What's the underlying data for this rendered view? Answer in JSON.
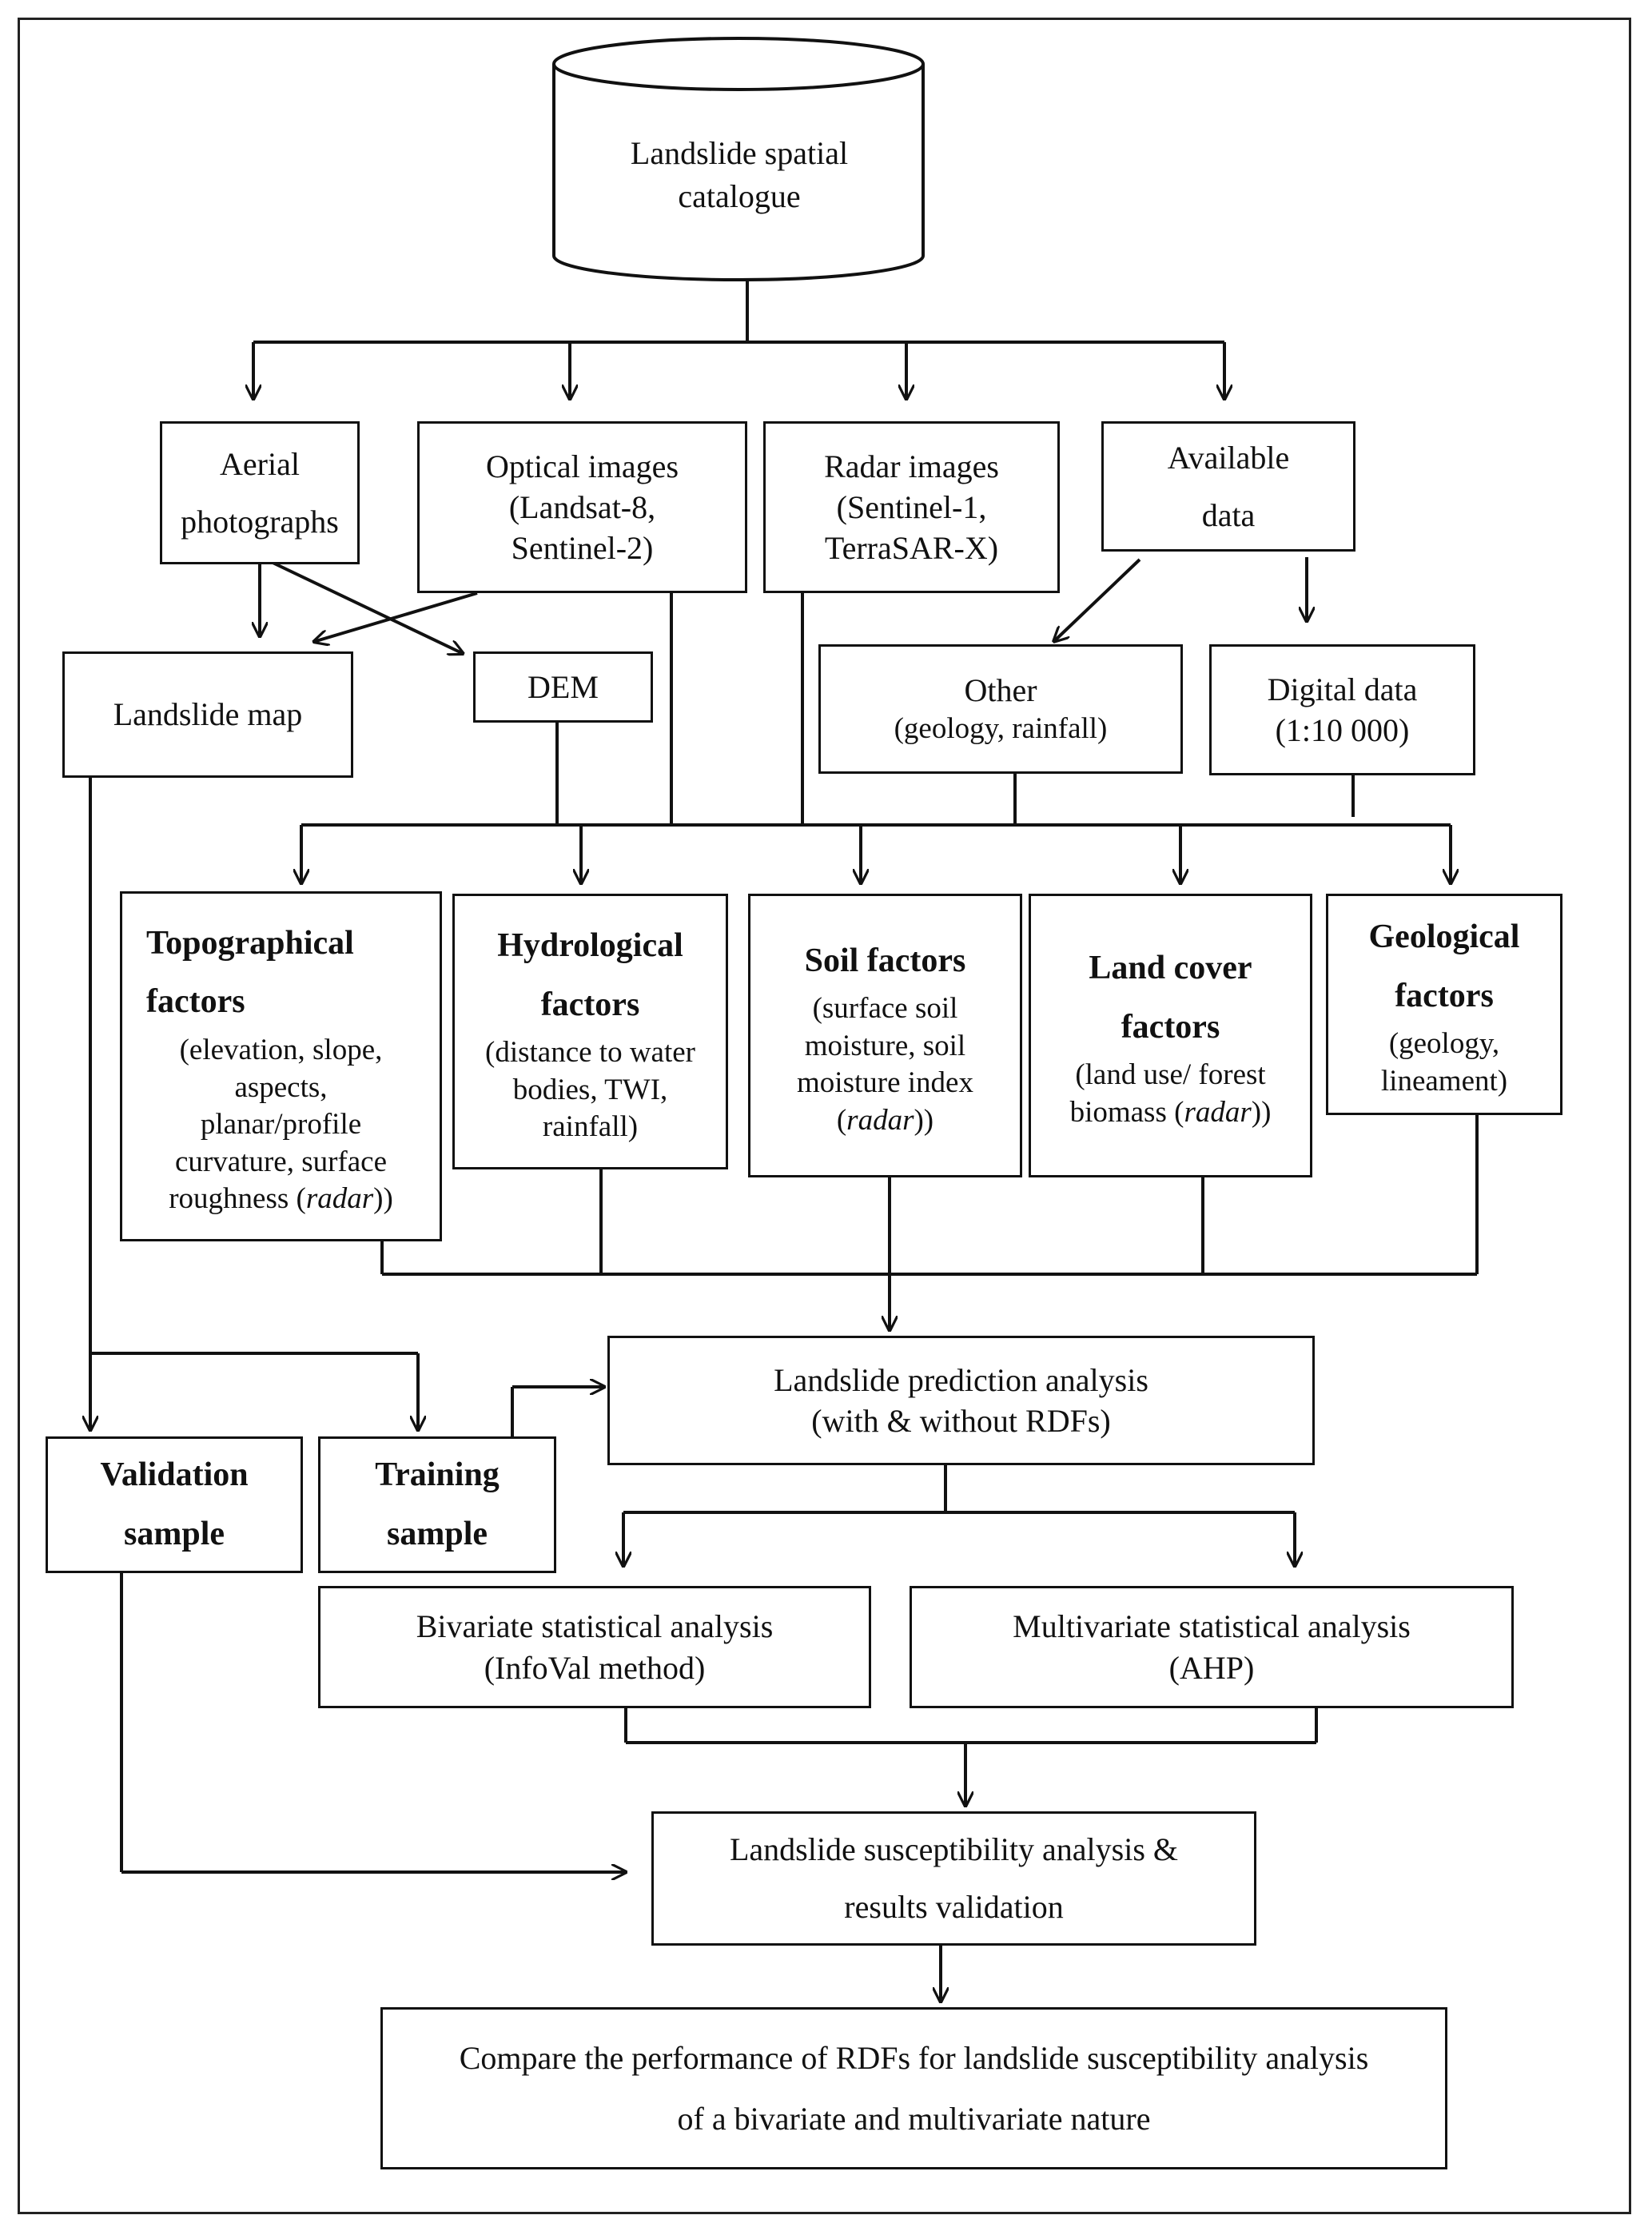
{
  "catalogue": {
    "line1": "Landslide spatial",
    "line2": "catalogue"
  },
  "sources": {
    "aerial": {
      "line1": "Aerial",
      "line2": "photographs"
    },
    "optical": {
      "line1": "Optical images",
      "line2": "(Landsat-8,",
      "line3": "Sentinel-2)"
    },
    "radar": {
      "line1": "Radar images",
      "line2": "(Sentinel-1,",
      "line3": "TerraSAR-X)"
    },
    "available": {
      "line1": "Available",
      "line2": "data"
    }
  },
  "intermediate": {
    "landslide_map": "Landslide map",
    "dem": "DEM",
    "other": {
      "line1": "Other",
      "line2": "(geology, rainfall)"
    },
    "digital": {
      "line1": "Digital data",
      "line2": "(1:10 000)"
    }
  },
  "factors": {
    "topographical": {
      "title1": "Topographical",
      "title2": "factors",
      "d1": "(elevation, slope,",
      "d2": "aspects,",
      "d3": "planar/profile",
      "d4": "curvature, surface",
      "d5a": "roughness (",
      "d5b": "radar",
      "d5c": "))"
    },
    "hydrological": {
      "title1": "Hydrological",
      "title2": "factors",
      "d1": "(distance to water",
      "d2": "bodies, TWI,",
      "d3": "rainfall)"
    },
    "soil": {
      "title1": "Soil factors",
      "d1": "(surface soil",
      "d2": "moisture, soil",
      "d3": "moisture index",
      "d4a": "(",
      "d4b": "radar",
      "d4c": "))"
    },
    "landcover": {
      "title1": "Land cover",
      "title2": "factors",
      "d1": "(land use/ forest",
      "d2a": "biomass (",
      "d2b": "radar",
      "d2c": "))"
    },
    "geological": {
      "title1": "Geological",
      "title2": "factors",
      "d1": "(geology,",
      "d2": "lineament)"
    }
  },
  "samples": {
    "validation": {
      "line1": "Validation",
      "line2": "sample"
    },
    "training": {
      "line1": "Training",
      "line2": "sample"
    }
  },
  "prediction": {
    "line1": "Landslide prediction analysis",
    "line2": "(with & without RDFs)"
  },
  "bivariate": {
    "line1": "Bivariate statistical analysis",
    "line2": "(InfoVal method)"
  },
  "multivariate": {
    "line1": "Multivariate statistical analysis",
    "line2": "(AHP)"
  },
  "susceptibility": {
    "line1": "Landslide susceptibility analysis &",
    "line2": "results validation"
  },
  "compare": {
    "line1": "Compare the performance of RDFs for landslide susceptibility analysis",
    "line2": "of a bivariate and multivariate nature"
  }
}
